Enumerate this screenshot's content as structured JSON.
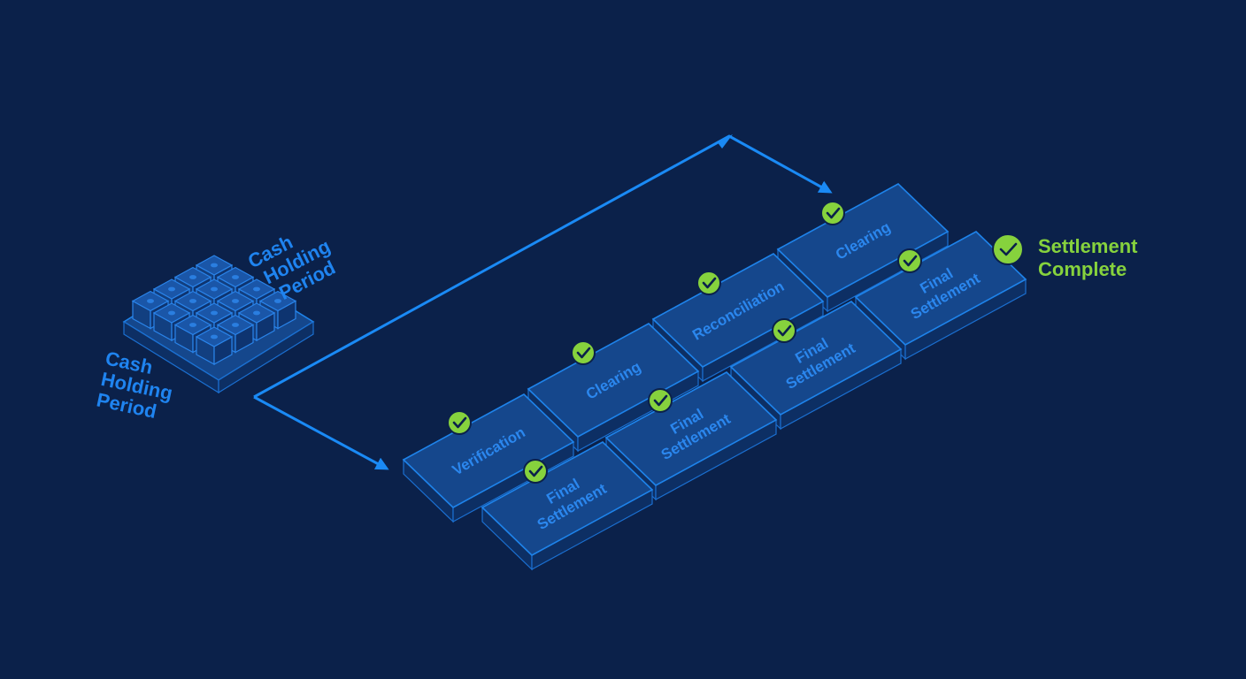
{
  "diagram": {
    "holding_group": {
      "top_label_lines": [
        "Cash",
        "Holding",
        "Period"
      ],
      "side_label_lines": [
        "Cash",
        "Holding",
        "Period"
      ]
    },
    "tiles": [
      {
        "lines": [
          "Verification"
        ],
        "done": true
      },
      {
        "lines": [
          "Final",
          "Settlement"
        ],
        "done": true
      },
      {
        "lines": [
          "Clearing"
        ],
        "done": true
      },
      {
        "lines": [
          "Final",
          "Settlement"
        ],
        "done": true
      },
      {
        "lines": [
          "Reconciliation"
        ],
        "done": true
      },
      {
        "lines": [
          "Final",
          "Settlement"
        ],
        "done": true
      },
      {
        "lines": [
          "Clearing"
        ],
        "done": true
      },
      {
        "lines": [
          "Final",
          "Settlement"
        ],
        "done": true
      }
    ],
    "completion": {
      "lines": [
        "Settlement",
        "Complete"
      ],
      "done": true
    },
    "colors": {
      "background": "#0b214a",
      "accent_blue": "#1a8af5",
      "success_green": "#86d23d"
    }
  }
}
